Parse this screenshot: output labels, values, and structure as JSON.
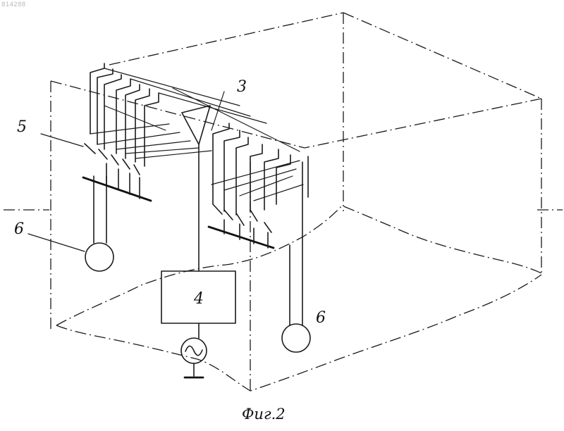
{
  "corner_text": "814288",
  "labels": {
    "switch_group": "5",
    "hub": "3",
    "controller": "4",
    "electrode_left": "6",
    "electrode_right": "6"
  },
  "caption": "Фиг.2",
  "ac_source_icon": "sine-wave-icon"
}
